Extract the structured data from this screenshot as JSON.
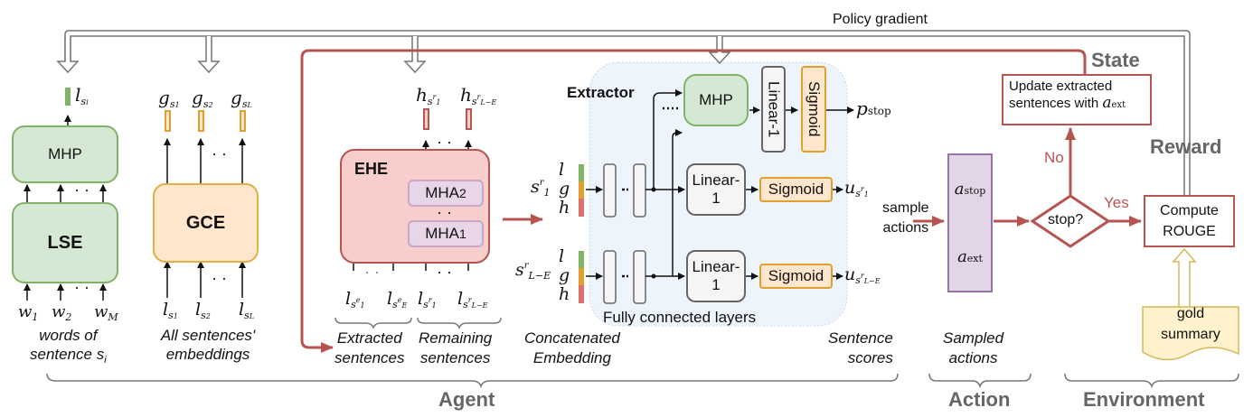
{
  "top": {
    "policy_gradient": "Policy gradient"
  },
  "lse_module": {
    "mhp_label": "MHP",
    "lse_label": "LSE",
    "output": "l",
    "output_sub": "s",
    "output_subsub": "i",
    "inputs": [
      {
        "base": "w",
        "sub": "1"
      },
      {
        "base": "w",
        "sub": "2"
      },
      {
        "base": "w",
        "sub": "M"
      }
    ],
    "caption_line1": "words of",
    "caption_line2": "sentence s",
    "caption_sub": "i"
  },
  "gce_module": {
    "label": "GCE",
    "outputs": [
      {
        "base": "g",
        "sub": "s",
        "subsub": "1"
      },
      {
        "base": "g",
        "sub": "s",
        "subsub": "2"
      },
      {
        "base": "g",
        "sub": "s",
        "subsub": "L"
      }
    ],
    "inputs": [
      {
        "base": "l",
        "sub": "s",
        "subsub": "1"
      },
      {
        "base": "l",
        "sub": "s",
        "subsub": "2"
      },
      {
        "base": "l",
        "sub": "s",
        "subsub": "L"
      }
    ],
    "caption_line1": "All sentences'",
    "caption_line2": "embeddings"
  },
  "ehe_module": {
    "label": "EHE",
    "mha2": "MHA",
    "mha2_sub": "2",
    "mha1": "MHA",
    "mha1_sub": "1",
    "outputs": [
      {
        "base": "h",
        "sub": "s",
        "sup": "r",
        "subsub": "1"
      },
      {
        "base": "h",
        "sub": "s",
        "sup": "r",
        "subsub": "L−E"
      }
    ],
    "inputs": [
      {
        "base": "l",
        "sub": "s",
        "sup": "e",
        "subsub": "1"
      },
      {
        "base": "l",
        "sub": "s",
        "sup": "e",
        "subsub": "E"
      },
      {
        "base": "l",
        "sub": "s",
        "sup": "r",
        "subsub": "1"
      },
      {
        "base": "l",
        "sub": "s",
        "sup": "r",
        "subsub": "L−E"
      }
    ],
    "caption_extracted_1": "Extracted",
    "caption_extracted_2": "sentences",
    "caption_remaining_1": "Remaining",
    "caption_remaining_2": "sentences"
  },
  "extractor": {
    "title": "Extractor",
    "mhp_label": "MHP",
    "linear_vertical": "Linear-1",
    "sigmoid_vertical": "Sigmoid",
    "p_stop": "p",
    "p_stop_sub": "stop",
    "rows": [
      {
        "sentence": "s",
        "sentence_sup": "r",
        "sentence_sub": "1",
        "linear": "Linear-",
        "linear2": "1",
        "sigmoid": "Sigmoid",
        "score": "u",
        "score_sub": "s",
        "score_sup": "r",
        "score_subsub": "1"
      },
      {
        "sentence": "s",
        "sentence_sup": "r",
        "sentence_sub": "L−E",
        "linear": "Linear-",
        "linear2": "1",
        "sigmoid": "Sigmoid",
        "score": "u",
        "score_sub": "s",
        "score_sup": "r",
        "score_subsub": "L−E"
      }
    ],
    "concat_letters": [
      "l",
      "g",
      "h"
    ],
    "fc_caption": "Fully connected layers",
    "concat_caption_1": "Concatenated",
    "concat_caption_2": "Embedding",
    "scores_caption_1": "Sentence",
    "scores_caption_2": "scores"
  },
  "action": {
    "sample_1": "sample",
    "sample_2": "actions",
    "a_stop": "a",
    "a_stop_sub": "stop",
    "a_ext": "a",
    "a_ext_sub": "ext",
    "caption_1": "Sampled",
    "caption_2": "actions"
  },
  "environment": {
    "decision": "stop?",
    "yes": "Yes",
    "no": "No",
    "update_line1": "Update extracted",
    "update_line2": "sentences with ",
    "update_var": "a",
    "update_var_sub": "ext",
    "compute_1": "Compute",
    "compute_2": "ROUGE",
    "gold_1": "gold",
    "gold_2": "summary"
  },
  "sections": {
    "state": "State",
    "reward": "Reward",
    "agent": "Agent",
    "action": "Action",
    "environment": "Environment"
  },
  "colors": {
    "green_fill": "#d5e8d4",
    "green_stroke": "#82b366",
    "orange_fill": "#ffe6cc",
    "orange_stroke": "#d6b656",
    "red_fill": "#f8cecc",
    "red_stroke": "#b85450",
    "purple_fill": "#e1d5e7",
    "purple_stroke": "#9673a6",
    "extractor_bg": "#eef4fc",
    "section_gray": "#666666"
  }
}
